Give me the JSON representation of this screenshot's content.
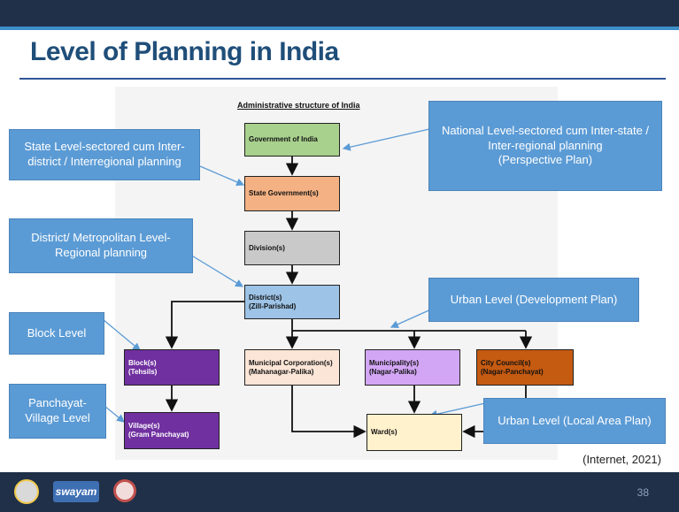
{
  "slide": {
    "title": "Level of Planning in India",
    "source": "(Internet, 2021)",
    "page_number": "38"
  },
  "diagram": {
    "title": "Administrative structure of India",
    "nodes": {
      "government_of_india": {
        "line1": "Government of India",
        "line2": "",
        "color": "#a9d18e"
      },
      "state_government": {
        "line1": "State Government(s)",
        "line2": "",
        "color": "#f4b183"
      },
      "division": {
        "line1": "Division(s)",
        "line2": "",
        "color": "#c9c9c9"
      },
      "district": {
        "line1": "District(s)",
        "line2": "(Zill-Parishad)",
        "color": "#9dc3e6"
      },
      "block": {
        "line1": "Block(s)",
        "line2": "(Tehsils)",
        "color": "#7030a0"
      },
      "village": {
        "line1": "Village(s)",
        "line2": "(Gram Panchayat)",
        "color": "#7030a0"
      },
      "municipal_corporation": {
        "line1": "Municipal Corporation(s)",
        "line2": "(Mahanagar-Palika)",
        "color": "#fbe5d6"
      },
      "municipality": {
        "line1": "Municipality(s)",
        "line2": "(Nagar-Palika)",
        "color": "#d3a6f5"
      },
      "city_council": {
        "line1": "City Council(s)",
        "line2": "(Nagar-Panchayat)",
        "color": "#c55a11"
      },
      "ward": {
        "line1": "Ward(s)",
        "line2": "",
        "color": "#fff2cc"
      }
    }
  },
  "callouts": {
    "national": "National Level-sectored cum Inter-state /\nInter-regional planning\n(Perspective Plan)",
    "state": "State Level-sectored cum Inter-\ndistrict / Interregional planning",
    "district": "District/ Metropolitan Level-\nRegional planning",
    "urban_development": "Urban Level (Development Plan)",
    "block": "Block Level",
    "panchayat": "Panchayat-\nVillage  Level",
    "urban_local": "Urban Level (Local Area Plan)"
  },
  "logos": {
    "swayam": "swayam"
  },
  "colors": {
    "header": "#1f3048",
    "accent": "#3e8fc8",
    "callout": "#5b9bd5",
    "title": "#1f4e79"
  }
}
